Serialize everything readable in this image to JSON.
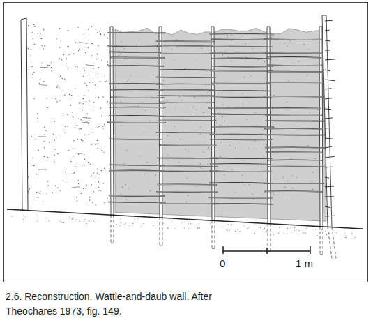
{
  "diagram": {
    "caption": "2.6. Reconstruction. Wattle-and-daub wall. After Theochares 1973, fig. 149.",
    "labels": [
      "0",
      "1 m"
    ]
  }
}
